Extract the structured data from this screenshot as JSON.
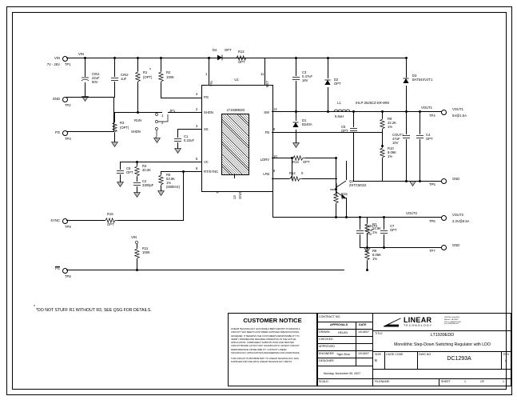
{
  "sheet": {
    "note": "*DO NOT STUFF R1 WITHOUT R3, SEE QSG FOR DETAILS."
  },
  "nets": {
    "vin_top": "VIN",
    "vin_mid": "VIN",
    "vout1": "VOUT1",
    "vout2": "VOUT2"
  },
  "testpoints": [
    {
      "id": "TP1",
      "label": "VIN",
      "sub": "7V - 25V"
    },
    {
      "id": "TP2",
      "label": "GND",
      "sub": ""
    },
    {
      "id": "TP3",
      "label": "PG",
      "sub": ""
    },
    {
      "id": "TP4",
      "label": "VOUT1",
      "sub": "5V@1.5A"
    },
    {
      "id": "TP5",
      "label": "GND",
      "sub": ""
    },
    {
      "id": "TP6",
      "label": "VOUT2",
      "sub": "3.3V@0.5A"
    },
    {
      "id": "TP7",
      "label": "GND",
      "sub": ""
    },
    {
      "id": "TP8",
      "label": "PG",
      "sub": ""
    },
    {
      "id": "TP9",
      "label": "SYNC",
      "sub": ""
    }
  ],
  "ic": {
    "ref": "U1",
    "part": "LT1939EDD",
    "pins_left": [
      {
        "num": "4",
        "name": "PG"
      },
      {
        "num": "2",
        "name": "SHDN"
      },
      {
        "num": "3",
        "name": "SS"
      },
      {
        "num": "5",
        "name": "VC"
      },
      {
        "num": "6",
        "name": "RT/SYNC"
      }
    ],
    "pins_right": [
      {
        "num": "12",
        "name": "SW"
      },
      {
        "num": "8",
        "name": "FB"
      },
      {
        "num": "10",
        "name": "LDRV"
      },
      {
        "num": "9",
        "name": "LFB"
      }
    ],
    "pins_top": [
      {
        "num": "1",
        "name": "VIN"
      },
      {
        "num": "11",
        "name": "BST"
      }
    ],
    "pins_bottom": [
      {
        "num": "7",
        "name": "PG"
      },
      {
        "num": "13",
        "name": "GND"
      }
    ]
  },
  "components": [
    {
      "ref": "CIN1",
      "value": "22uF",
      "extra": "50V"
    },
    {
      "ref": "CIN2",
      "value": "1uF",
      "extra": ""
    },
    {
      "ref": "R1",
      "value": "(OPT)",
      "extra": ""
    },
    {
      "ref": "R2",
      "value": "100K",
      "extra": ""
    },
    {
      "ref": "R3",
      "value": "(OPT)",
      "extra": ""
    },
    {
      "ref": "C1",
      "value": "0.22uF",
      "extra": ""
    },
    {
      "ref": "C6",
      "value": "OPT",
      "extra": ""
    },
    {
      "ref": "R4",
      "value": "40.2K",
      "extra": ""
    },
    {
      "ref": "C2",
      "value": "3300pF",
      "extra": ""
    },
    {
      "ref": "R5",
      "value": "53.6K",
      "extra": "1%"
    },
    {
      "ref": "R16",
      "value": "OPT",
      "extra": ""
    },
    {
      "ref": "R11",
      "value": "100K",
      "extra": ""
    },
    {
      "ref": "D4",
      "value": "OPT",
      "extra": ""
    },
    {
      "ref": "R12",
      "value": "OPT",
      "extra": ""
    },
    {
      "ref": "C3",
      "value": "0.47uF",
      "extra": "16V"
    },
    {
      "ref": "D2",
      "value": "OPT",
      "extra": ""
    },
    {
      "ref": "D1",
      "value": "B240A",
      "extra": ""
    },
    {
      "ref": "D3",
      "value": "BAT54XV2T1",
      "extra": ""
    },
    {
      "ref": "L1",
      "value": "6.8uH",
      "extra": "IHLP-2525CZ-ER-6R8"
    },
    {
      "ref": "C5",
      "value": "OPT",
      "extra": ""
    },
    {
      "ref": "R9",
      "value": "42.2K",
      "extra": "1%"
    },
    {
      "ref": "R10",
      "value": "8.06K",
      "extra": "1%"
    },
    {
      "ref": "COUT1",
      "value": "47uF",
      "extra": "10V"
    },
    {
      "ref": "C4",
      "value": "OPT",
      "extra": ""
    },
    {
      "ref": "R13",
      "value": "OPT",
      "extra": ""
    },
    {
      "ref": "R14",
      "value": "0",
      "extra": ""
    },
    {
      "ref": "R15",
      "value": "1K",
      "extra": ""
    },
    {
      "ref": "Q1",
      "value": "ZXTCM322",
      "extra": ""
    },
    {
      "ref": "COUT2",
      "value": "22uF",
      "extra": "10V"
    },
    {
      "ref": "C7",
      "value": "OPT",
      "extra": ""
    },
    {
      "ref": "R7",
      "value": "24.9K",
      "extra": "1%"
    },
    {
      "ref": "R8",
      "value": "8.06K",
      "extra": "1%"
    }
  ],
  "labels": {
    "cin1_ref": "CIN1",
    "cin1_v1": "22uF",
    "cin1_v2": "50V",
    "cin2_ref": "CIN2",
    "cin2_v1": "1uF",
    "r1_ref": "R1",
    "r1_v": "(OPT)",
    "r2_ref": "R2",
    "r2_v": "100K",
    "r3_ref": "R3",
    "r3_v": "(OPT)",
    "jp1": "JP1",
    "run": "RUN",
    "shdn": "SHDN",
    "jp1_p1": "1",
    "jp1_p2": "2",
    "jp1_p3": "3",
    "c1_ref": "C1",
    "c1_v": "0.22uF",
    "c6_ref": "C6",
    "c6_v": "OPT",
    "r4_ref": "R4",
    "r4_v": "40.2K",
    "c2_ref": "C2",
    "c2_v": "3300pF",
    "r5_ref": "R5",
    "r5_v": "53.6K",
    "r5_v2": "1%",
    "r5_v3": "(600kHz)",
    "r16_ref": "R16",
    "r16_v": "OPT",
    "r11_ref": "R11",
    "r11_v": "100K",
    "d4_ref": "D4",
    "d4_v": "OPT",
    "r12_ref": "R12",
    "r12_v": "OPT",
    "c3_ref": "C3",
    "c3_v": "0.47uF",
    "c3_v2": "16V",
    "d2_ref": "D2",
    "d2_v": "OPT",
    "d1_ref": "D1",
    "d1_v": "B240A",
    "d3_ref": "D3",
    "d3_v": "BAT54XV2T1",
    "l1_ref": "L1",
    "l1_v": "6.8uH",
    "l1_part": "IHLP-2525CZ-ER-6R8",
    "c5_ref": "C5",
    "c5_v": "OPT",
    "r9_ref": "R9",
    "r9_v": "42.2K",
    "r9_v2": "1%",
    "r10_ref": "R10",
    "r10_v": "8.06K",
    "r10_v2": "1%",
    "cout1_ref": "COUT1",
    "cout1_v": "47uF",
    "cout1_v2": "10V",
    "c4_ref": "C4",
    "c4_v": "OPT",
    "r13_ref": "R13",
    "r13_v": "OPT",
    "r14_ref": "R14",
    "r14_v": "0",
    "r15_ref": "R15",
    "r15_v": "1K",
    "q1_ref": "Q1",
    "q1_v": "ZXTCM322",
    "cout2_ref": "COUT2",
    "cout2_v": "22uF",
    "cout2_v2": "10V",
    "c7_ref": "C7",
    "c7_v": "OPT",
    "r7_ref": "R7",
    "r7_v": "24.9K",
    "r7_v2": "1%",
    "r8_ref": "R8",
    "r8_v": "8.06K",
    "r8_v2": "1%"
  },
  "title_block": {
    "customer_notice_heading": "CUSTOMER NOTICE",
    "customer_notice_body": [
      "LINEAR TECHNOLOGY HAS MADE A BEST EFFORT TO DESIGN A",
      "CIRCUIT THAT MEETS CUSTOMER-SUPPLIED SPECIFICATIONS;",
      "HOWEVER, IT REMAINS THE CUSTOMER'S RESPONSIBILITY TO",
      "VERIFY PROPER AND RELIABLE OPERATION IN THE ACTUAL",
      "APPLICATION.  COMPONENT SUBSTITUTION AND PRINTED",
      "CIRCUIT BOARD LAYOUT MAY SIGNIFICANTLY AFFECT CIRCUIT",
      "PERFORMANCE OR RELIABILITY.  CONTACT LINEAR",
      "TECHNOLOGY APPLICATIONS ENGINEERING FOR ASSISTANCE.",
      "",
      "THIS CIRCUIT IS PROPRIETARY TO LINEAR TECHNOLOGY AND",
      "SUPPLIED FOR USE WITH LINEAR TECHNOLOGY PARTS."
    ],
    "contract_no_label": "CONTRACT NO.",
    "approvals_label": "APPROVALS",
    "date_label": "DATE",
    "rows": [
      {
        "role": "DRAWN",
        "name": "HELEN",
        "date": "10/18/07"
      },
      {
        "role": "CHECKED",
        "name": "",
        "date": ""
      },
      {
        "role": "APPROVED",
        "name": "",
        "date": ""
      },
      {
        "role": "ENGINEER",
        "name": "Tiger Zhou",
        "date": "10/18/07"
      },
      {
        "role": "DESIGNER",
        "name": "",
        "date": ""
      }
    ],
    "footer_date": "Monday, November 05, 2007",
    "company_name": "LINEAR",
    "company_sub": "TECHNOLOGY",
    "address": [
      "1630 McCarthy Blvd.",
      "Milpitas, CA 95035",
      "Phone: (408)432-1900",
      "Fax: (408)434-0507"
    ],
    "title_label": "TITLE",
    "part_number": "LT1939EDD",
    "description": "Monolithic Step-Down Switching  Regulator with LDO",
    "size_label": "SIZE",
    "size_value": "B",
    "cage_label": "CAGE CODE",
    "cage_value": "",
    "dwg_label": "DWG NO",
    "dwg_value": "DC1293A",
    "rev_label": "REV",
    "rev_value": "A",
    "scale_label": "SCALE:",
    "scale_value": "",
    "filename_label": "FILENAME:",
    "filename_value": "",
    "sheet_label": "SHEET",
    "sheet_value": "1",
    "of_label": "OF",
    "of_value": "1"
  }
}
